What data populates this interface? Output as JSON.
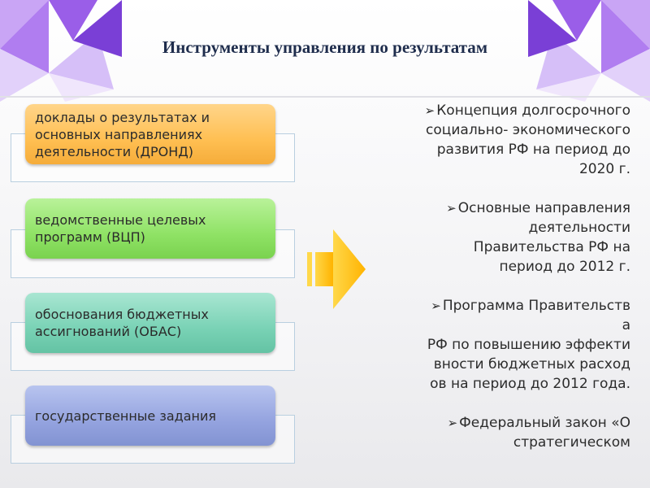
{
  "slide": {
    "title": "Инструменты управления по результатам"
  },
  "colors": {
    "orange_pill": "#ffbf52",
    "green_pill": "#8fe265",
    "teal_pill": "#79d2b5",
    "blue_pill": "#94a3df",
    "arrow": "#ffc20e",
    "decor_purple": "#9a5ee8",
    "title_text": "#1f2d4d"
  },
  "icons": {
    "arrow": "right-arrow-icon",
    "bullet": "arrow-bullet-icon"
  },
  "instruments": [
    {
      "label": "доклады о результатах и основных направлениях деятельности (ДРОНД)",
      "color": "orange"
    },
    {
      "label": "ведомственные целевых программ (ВЦП)",
      "color": "green"
    },
    {
      "label": "обоснования бюджетных ассигнований (ОБАС)",
      "color": "teal"
    },
    {
      "label": "государственные задания",
      "color": "blue"
    }
  ],
  "documents": [
    {
      "bullet": "➢",
      "text": "Концепция долгосрочного\nсоциально- экономического\nразвития РФ на период до\n2020 г. "
    },
    {
      "bullet": "➢",
      "text": "Основные направления\nдеятельности\nПравительства РФ на\nпериод до 2012 г. "
    },
    {
      "bullet": "➢",
      "text": "Программа Правительств\nа\nРФ по повышению эффекти\nвности бюджетных расход\nов на период до 2012 года."
    },
    {
      "bullet": "➢",
      "text": "Федеральный закон «О\nстратегическом"
    }
  ]
}
